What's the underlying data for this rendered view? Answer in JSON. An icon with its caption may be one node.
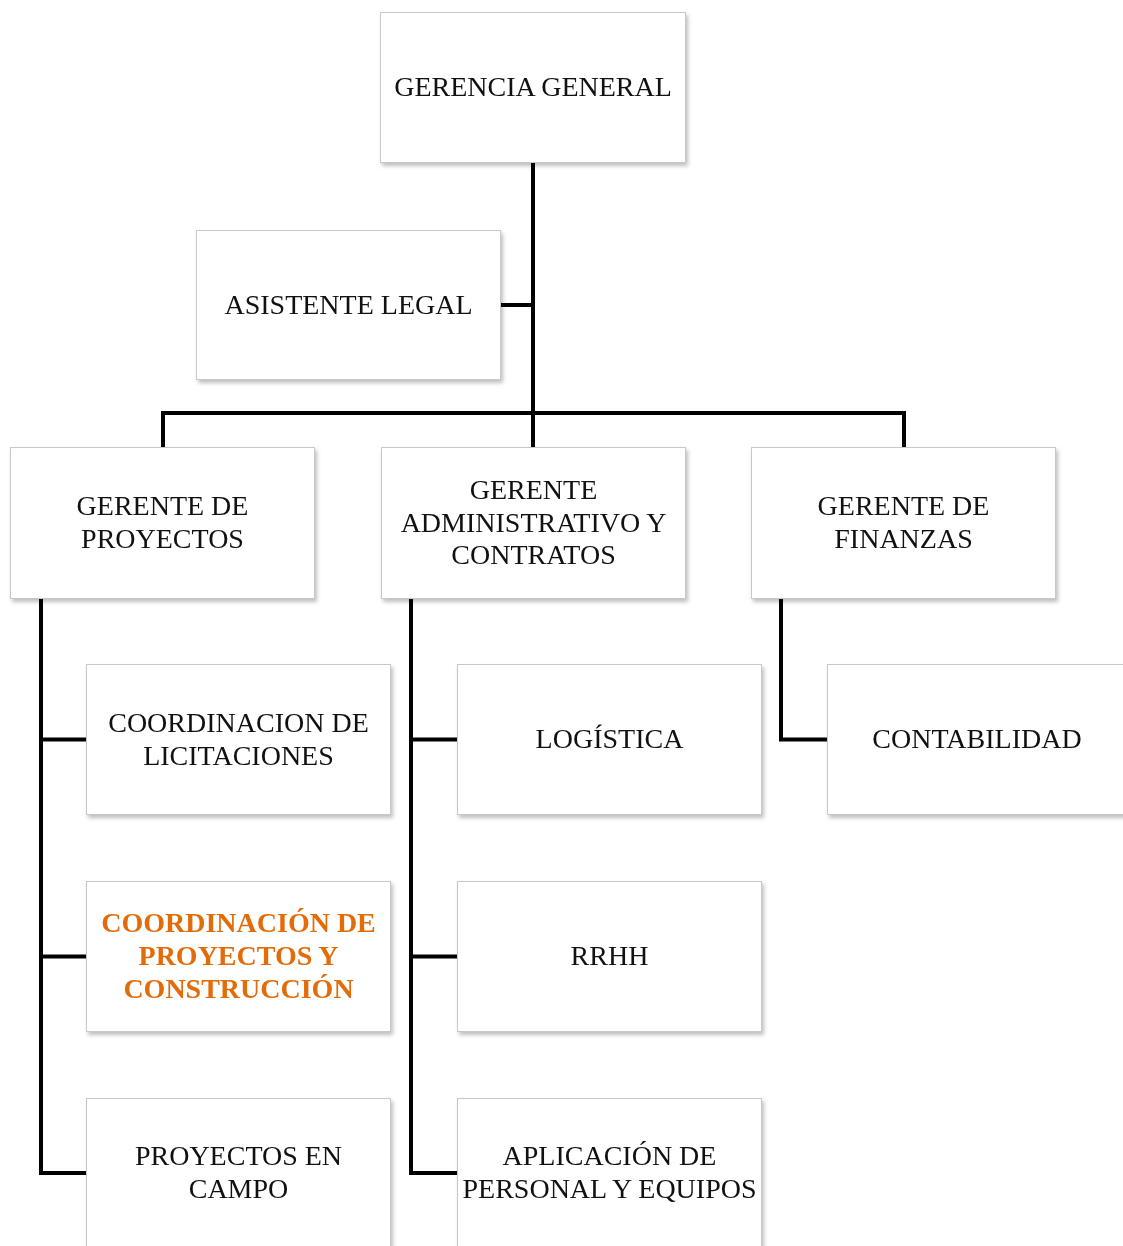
{
  "diagram": {
    "nodes": [
      {
        "text": [
          "GERENCIA GENERAL"
        ]
      },
      {
        "text": [
          "ASISTENTE LEGAL"
        ]
      },
      {
        "text": [
          "GERENTE DE PROYECTOS"
        ]
      },
      {
        "text": [
          "GERENTE ADMINISTRATIVO Y CONTRATOS"
        ]
      },
      {
        "text": [
          "GERENTE DE FINANZAS"
        ]
      },
      {
        "text": [
          "COORDINACION DE LICITACIONES"
        ]
      },
      {
        "text": [
          "COORDINACIÓN DE PROYECTOS Y CONSTRUCCIÓN"
        ]
      },
      {
        "text": [
          "PROYECTOS EN CAMPO"
        ]
      },
      {
        "text": [
          "LOGÍSTICA"
        ]
      },
      {
        "text": [
          "RRHH"
        ]
      },
      {
        "text": [
          "APLICACIÓN DE PERSONAL Y EQUIPOS"
        ]
      },
      {
        "text": [
          "CONTABILIDAD"
        ]
      }
    ],
    "edges": [
      {
        "from": 0,
        "to": 1,
        "arrow": "none"
      },
      {
        "from": 0,
        "to": 2,
        "arrow": "none"
      },
      {
        "from": 0,
        "to": 3,
        "arrow": "none"
      },
      {
        "from": 0,
        "to": 4,
        "arrow": "none"
      },
      {
        "from": 2,
        "to": 5,
        "arrow": "none"
      },
      {
        "from": 2,
        "to": 6,
        "arrow": "none"
      },
      {
        "from": 2,
        "to": 7,
        "arrow": "none"
      },
      {
        "from": 3,
        "to": 8,
        "arrow": "none"
      },
      {
        "from": 3,
        "to": 9,
        "arrow": "none"
      },
      {
        "from": 3,
        "to": 10,
        "arrow": "none"
      },
      {
        "from": 4,
        "to": 11,
        "arrow": "none"
      }
    ]
  }
}
